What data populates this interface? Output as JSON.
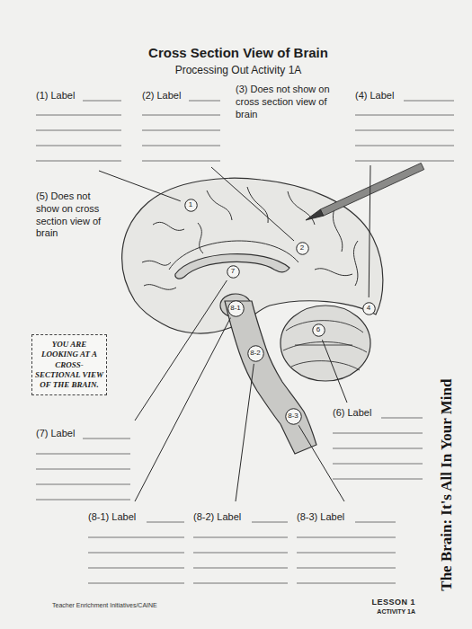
{
  "diagram": {
    "title": "Cross Section View of Brain",
    "nodes": [
      {
        "text": [
          "1"
        ]
      },
      {
        "text": [
          "2"
        ]
      },
      {
        "text": [
          "7"
        ]
      },
      {
        "text": [
          "8-1"
        ]
      },
      {
        "text": [
          "4"
        ]
      },
      {
        "text": [
          "6"
        ]
      },
      {
        "text": [
          "YOU ARE LOOKING AT A CROSS-SECTIONAL VIEW OF THE BRAIN."
        ]
      },
      {
        "text": [
          "8-2"
        ]
      },
      {
        "text": [
          "8-3"
        ]
      }
    ],
    "labels": [
      "Processing Out Activity 1A",
      "(1) Label",
      "(2) Label",
      "(3) Does not show on cross section view of brain",
      "(4) Label",
      "(5) Does not show on cross section view of brain",
      "(6) Label",
      "(7) Label",
      "(8-1) Label",
      "(8-2) Label",
      "(8-3) Label",
      "Teacher Enrichment Initiatives/CAINE",
      "LESSON 1",
      "ACTIVITY 1A",
      "The Brain: It's All In Your Mind"
    ]
  }
}
